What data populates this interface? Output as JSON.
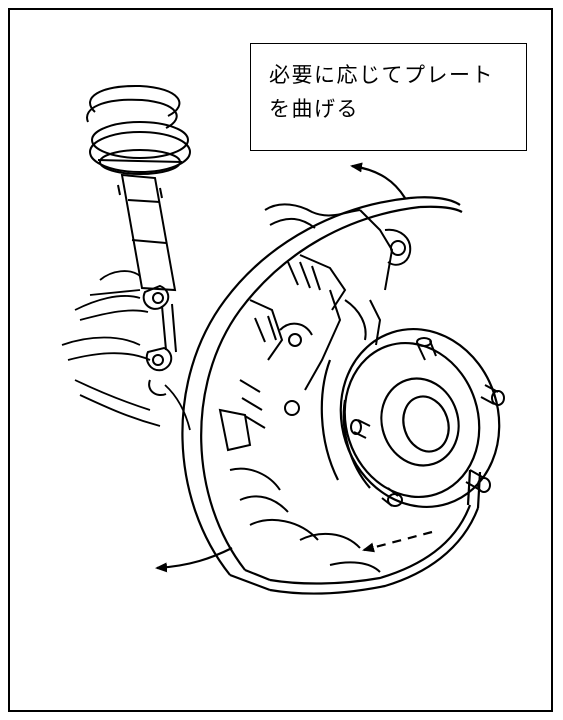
{
  "callout": {
    "line1": "必要に応じてプレート",
    "line2": "を曲げる"
  },
  "colors": {
    "ink": "#000000",
    "paper": "#ffffff"
  },
  "icons": [
    "arrow-curved-up-left",
    "arrow-curved-left",
    "arrow-dashed-left"
  ]
}
